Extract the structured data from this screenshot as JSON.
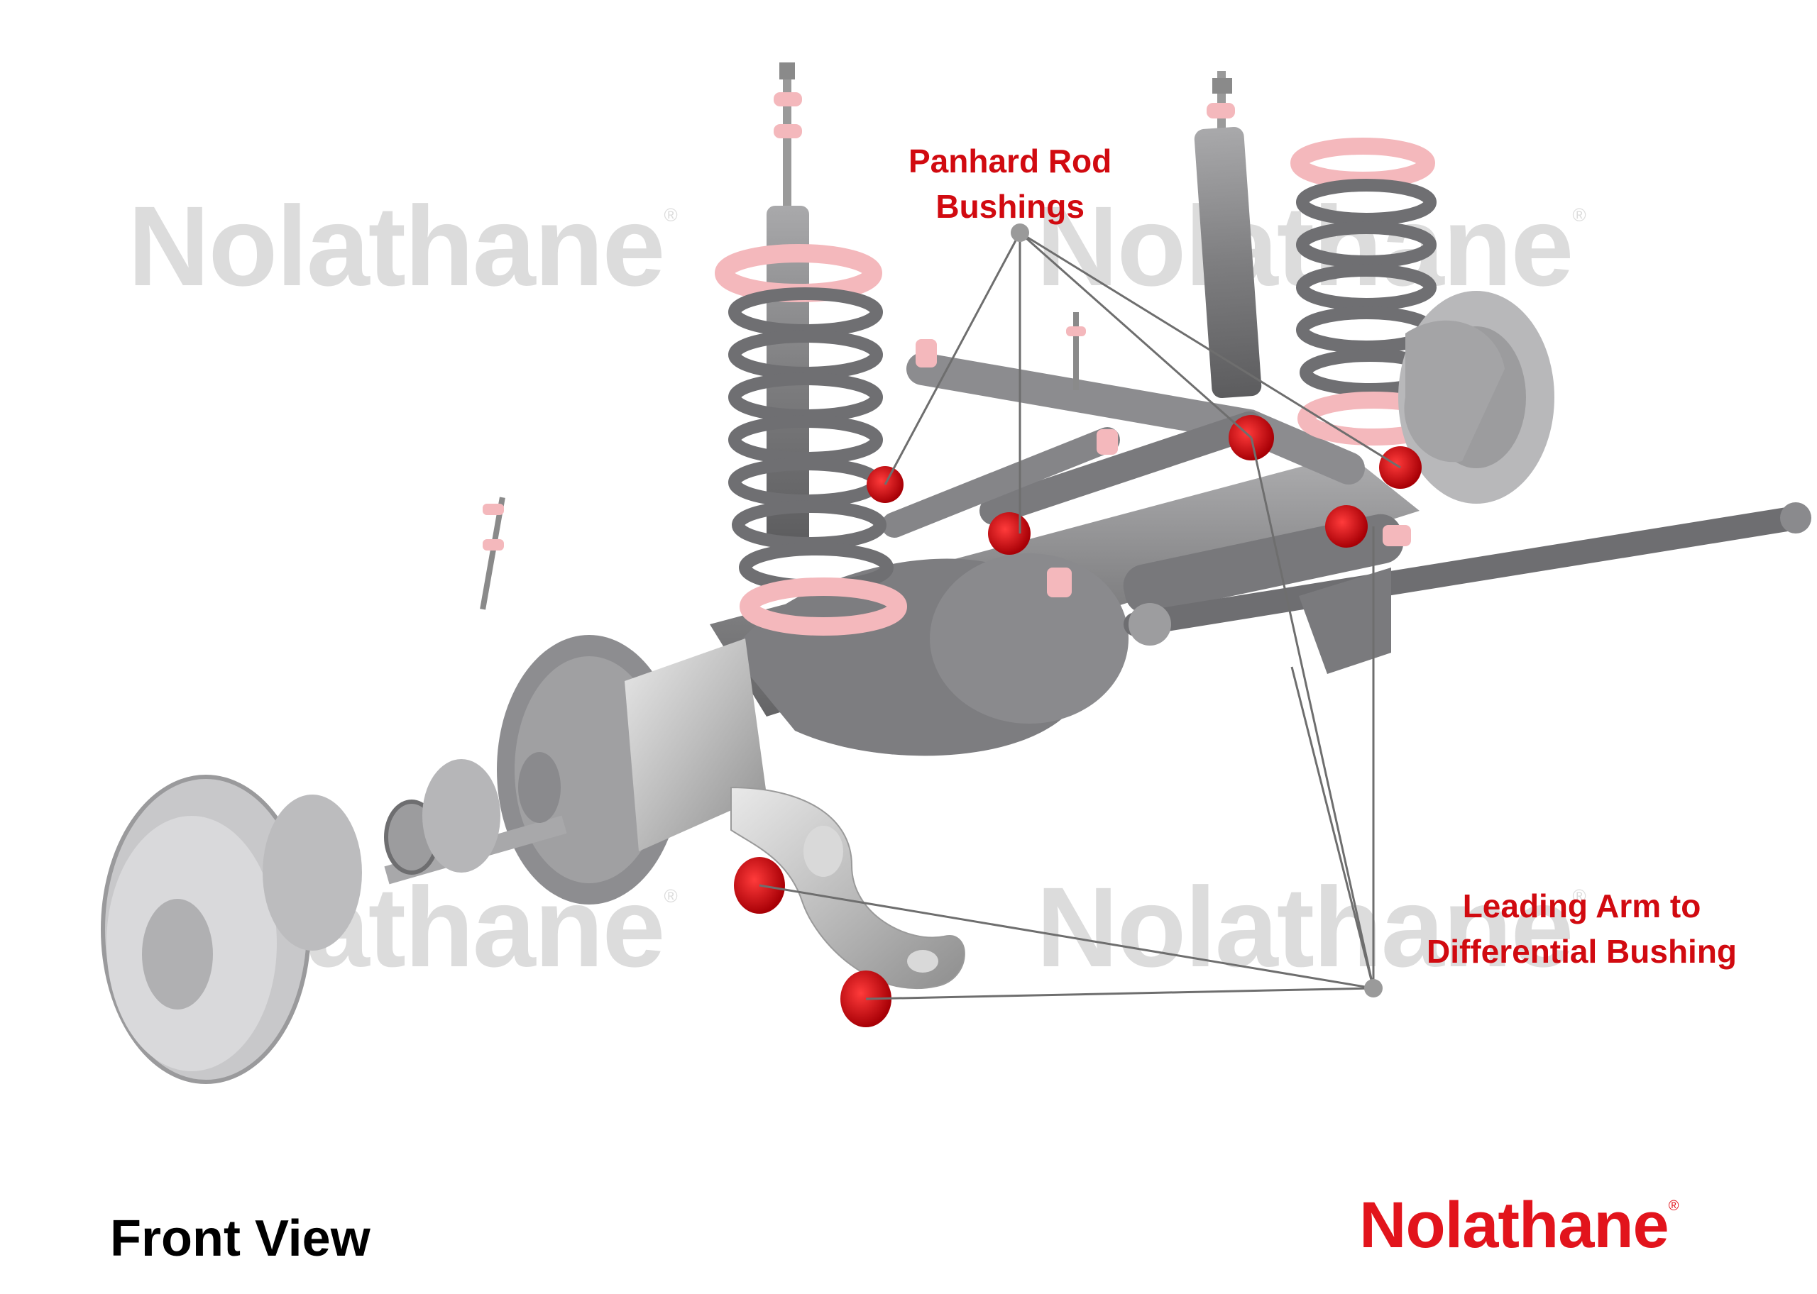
{
  "watermark": {
    "text": "Nolathane",
    "mark": "®"
  },
  "callouts": {
    "panhard": {
      "line1": "Panhard Rod",
      "line2": "Bushings"
    },
    "leading_arm": {
      "line1": "Leading Arm to",
      "line2": "Differential Bushing"
    }
  },
  "view_label": "Front View",
  "logo": {
    "text": "Nolathane",
    "mark": "®"
  },
  "colors": {
    "callout_text": "#d10a10",
    "bushing_red": "#d90d14",
    "bushing_pink": "#f4b8bc",
    "metal_gray": "#8b8b8d",
    "watermark_gray": "#dcdcdc",
    "brand_red": "#e2141c"
  }
}
